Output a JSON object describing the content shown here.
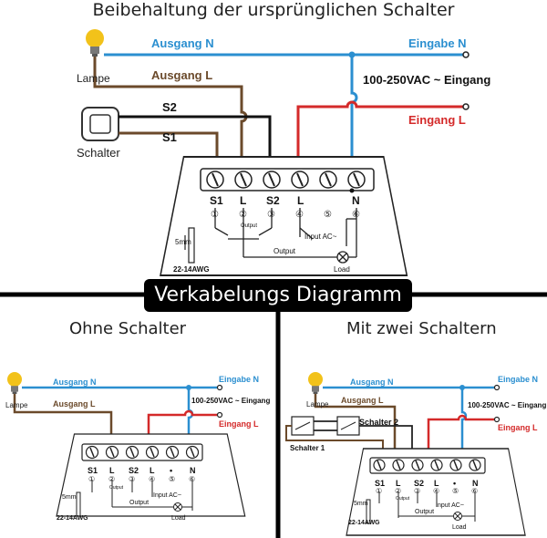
{
  "title": "Beibehaltung der ursprünglichen Schalter",
  "banner": "Verkabelungs Diagramm",
  "labels": {
    "ausgang_n": "Ausgang N",
    "ausgang_l": "Ausgang L",
    "eingabe_n": "Eingabe N",
    "eingang_l": "Eingang L",
    "voltage": "100-250VAC ~ Eingang",
    "lampe": "Lampe",
    "schalter": "Schalter",
    "s1": "S1",
    "s2": "S2",
    "schalter_1": "Schalter 1",
    "schalter_2": "Schalter 2"
  },
  "module": {
    "terminals": [
      "S1",
      "L",
      "S2",
      "L",
      "•",
      "N"
    ],
    "numbers": [
      "①",
      "②",
      "③",
      "④",
      "⑤",
      "⑥"
    ],
    "output_small": "Output",
    "input": "Input AC~",
    "output": "Output",
    "load": "Load",
    "wire_len": "5mm",
    "awg": "22-14AWG"
  },
  "sections": {
    "left": "Ohne Schalter",
    "right": "Mit zwei Schaltern"
  },
  "colors": {
    "neutral": "#2b8fd0",
    "live": "#d42a2a",
    "output": "#6b4a2b",
    "switch": "#111111",
    "bulb": "#f2c21a"
  }
}
